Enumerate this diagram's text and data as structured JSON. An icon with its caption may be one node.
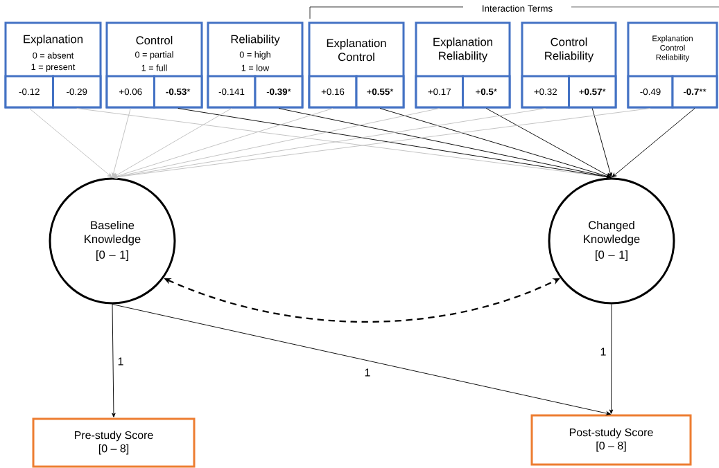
{
  "diagram": {
    "nodes": [
      {
        "text": [
          "Explanation",
          "0 = absent",
          "1 = present"
        ]
      },
      {
        "text": [
          "-0.12"
        ],
        "in": 0
      },
      {
        "text": [
          "-0.29"
        ],
        "in": 0
      },
      {
        "text": [
          "Control",
          "0 = partial",
          "1 = full"
        ]
      },
      {
        "text": [
          "+0.06"
        ],
        "in": 3
      },
      {
        "text": [
          "**-0.53***"
        ],
        "in": 3
      },
      {
        "text": [
          "Reliability",
          "0 = high",
          "1 = low"
        ]
      },
      {
        "text": [
          "-0.141"
        ],
        "in": 6
      },
      {
        "text": [
          "-**0.39***"
        ],
        "in": 6
      },
      {
        "text": [
          "Explanation Control"
        ]
      },
      {
        "text": [
          "+0.16"
        ],
        "in": 9
      },
      {
        "text": [
          "+**0.55***"
        ],
        "in": 9
      },
      {
        "text": [
          "Explanation Reliability"
        ]
      },
      {
        "text": [
          "+0.17"
        ],
        "in": 12
      },
      {
        "text": [
          "+**0.5***"
        ],
        "in": 12
      },
      {
        "text": [
          "Control Reliability"
        ]
      },
      {
        "text": [
          "+0.32"
        ],
        "in": 15
      },
      {
        "text": [
          "+**0.57***"
        ],
        "in": 15
      },
      {
        "text": [
          "Explanation Control Reliability"
        ]
      },
      {
        "text": [
          "-0.49"
        ],
        "in": 18
      },
      {
        "text": [
          "-**0.7****"
        ],
        "in": 18
      },
      {
        "text": [
          "Baseline Knowledge",
          "[0 – 1]"
        ]
      },
      {
        "text": [
          "Changed Knowledge",
          "[0 – 1]"
        ]
      },
      {
        "text": [
          "Pre-study Score",
          "[0 – 8]"
        ]
      },
      {
        "text": [
          "Post-study Score",
          "[0 – 8]"
        ]
      }
    ],
    "edges": [
      {
        "from": 1,
        "to": 21,
        "arrow": "to",
        "color": "#bfbfbf"
      },
      {
        "from": 2,
        "to": 22,
        "arrow": "to",
        "color": "#bfbfbf"
      },
      {
        "from": 4,
        "to": 21,
        "arrow": "to",
        "color": "#bfbfbf"
      },
      {
        "from": 5,
        "to": 22,
        "arrow": "to"
      },
      {
        "from": 7,
        "to": 21,
        "arrow": "to",
        "color": "#bfbfbf"
      },
      {
        "from": 8,
        "to": 22,
        "arrow": "to"
      },
      {
        "from": 10,
        "to": 21,
        "arrow": "to",
        "color": "#bfbfbf"
      },
      {
        "from": 11,
        "to": 22,
        "arrow": "to"
      },
      {
        "from": 13,
        "to": 21,
        "arrow": "to",
        "color": "#bfbfbf"
      },
      {
        "from": 14,
        "to": 22,
        "arrow": "to"
      },
      {
        "from": 16,
        "to": 21,
        "arrow": "to",
        "color": "#bfbfbf"
      },
      {
        "from": 17,
        "to": 22,
        "arrow": "to"
      },
      {
        "from": 19,
        "to": 21,
        "arrow": "to",
        "color": "#bfbfbf"
      },
      {
        "from": 20,
        "to": 22,
        "arrow": "to"
      },
      {
        "from": 21,
        "to": 22,
        "arrow": "both",
        "style": "dashed"
      },
      {
        "from": 21,
        "to": 23,
        "arrow": "to",
        "label": "1"
      },
      {
        "from": 21,
        "to": 24,
        "arrow": "to",
        "label": "1"
      },
      {
        "from": 22,
        "to": 24,
        "arrow": "to",
        "label": "1"
      }
    ],
    "labels": [
      "Interaction Terms"
    ]
  }
}
